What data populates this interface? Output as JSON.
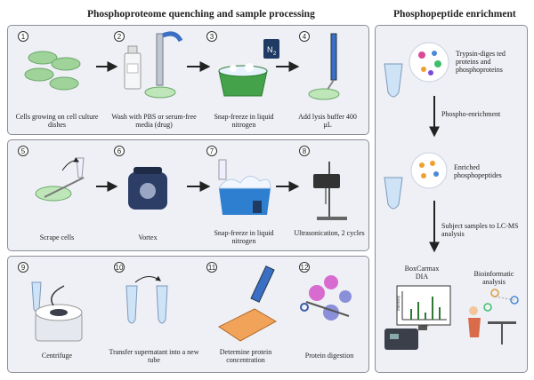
{
  "titles": {
    "left": "Phosphoproteome quenching and sample processing",
    "right": "Phosphopeptide enrichment"
  },
  "steps": [
    {
      "num": "1",
      "label": "Cells growing on cell culture dishes"
    },
    {
      "num": "2",
      "label": "Wash with PBS or serum-free media (drug)"
    },
    {
      "num": "3",
      "label": "Snap-freeze in liquid nitrogen"
    },
    {
      "num": "4",
      "label": "Add lysis buffer 400 µL"
    },
    {
      "num": "5",
      "label": "Scrape cells"
    },
    {
      "num": "6",
      "label": "Vortex"
    },
    {
      "num": "7",
      "label": "Snap-freeze in liquid nitrogen"
    },
    {
      "num": "8",
      "label": "Ultrasonication, 2 cycles"
    },
    {
      "num": "9",
      "label": "Centrifuge"
    },
    {
      "num": "10",
      "label": "Transfer supernatant into a new tube"
    },
    {
      "num": "11",
      "label": "Determine protein concentration"
    },
    {
      "num": "12",
      "label": "Protein digestion"
    }
  ],
  "nitrogen_symbol": "N",
  "nitrogen_subscript": "2",
  "enrichment": {
    "digest_label": "Trypsin-diges ted proteins and phosphoproteins",
    "arrow1_label": "Phospho-enrichment",
    "enriched_label": "Enriched phosphopeptides",
    "arrow2_label": "Subject samples to LC-MS analysis",
    "dia_label": "BoxCarmax DIA",
    "bio_label": "Bioinformatic analysis",
    "spectrum_xaxis": "m/z",
    "spectrum_yaxis": "intensity"
  }
}
